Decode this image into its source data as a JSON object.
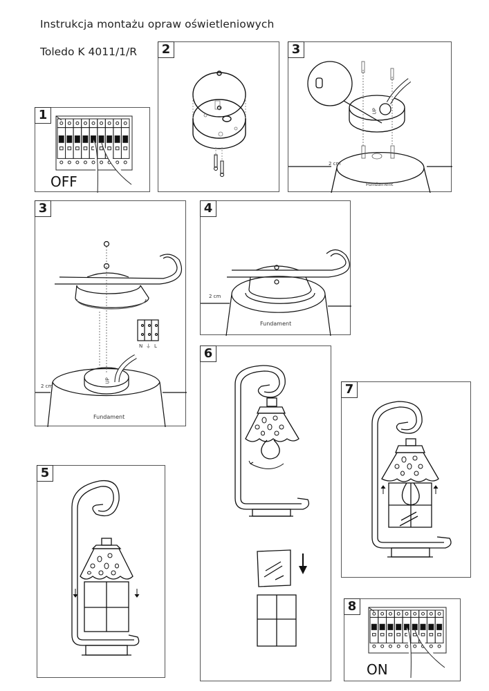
{
  "document": {
    "title": "Instrukcja montażu opraw oświetleniowych",
    "product": "Toledo K 4011/1/R"
  },
  "steps": [
    {
      "number": "1",
      "caption": "OFF",
      "depicts": "breaker-panel-switch-off"
    },
    {
      "number": "2",
      "depicts": "mounting-box-and-screws"
    },
    {
      "number": "3",
      "label_foundation": "Fundament",
      "label_height": "2 cm",
      "label_up": "UP",
      "depicts": "fix-box-to-foundation"
    },
    {
      "number": "3",
      "label_foundation": "Fundament",
      "label_height": "2 cm",
      "label_up": "UP",
      "terminal_labels": [
        "N",
        "⏚",
        "L"
      ],
      "depicts": "connect-wires-terminal"
    },
    {
      "number": "4",
      "label_foundation": "Fundament",
      "label_height": "2 cm",
      "depicts": "mount-arm-on-base"
    },
    {
      "number": "5",
      "depicts": "lantern-remove-frame"
    },
    {
      "number": "6",
      "depicts": "insert-bulb-and-glass"
    },
    {
      "number": "7",
      "depicts": "lantern-reassemble"
    },
    {
      "number": "8",
      "caption": "ON",
      "depicts": "breaker-panel-switch-on"
    }
  ]
}
